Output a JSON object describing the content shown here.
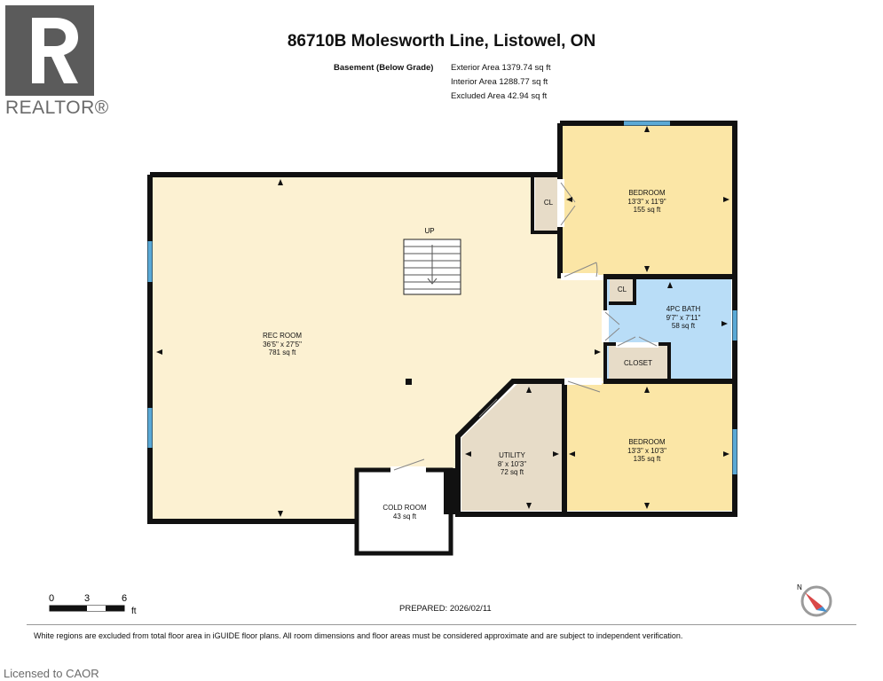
{
  "header": {
    "title": "86710B Molesworth Line, Listowel, ON",
    "level_name": "Basement (Below Grade)",
    "exterior_area": "Exterior Area 1379.74 sq ft",
    "interior_area": "Interior Area 1288.77 sq ft",
    "excluded_area": "Excluded Area 42.94 sq ft"
  },
  "logo": {
    "text": "REALTOR®"
  },
  "rooms": {
    "rec_room": {
      "name": "REC ROOM",
      "dims": "36'5\" x 27'5\"",
      "area": "781 sq ft"
    },
    "bedroom_top": {
      "name": "BEDROOM",
      "dims": "13'3\" x 11'9\"",
      "area": "155 sq ft"
    },
    "bath": {
      "name": "4PC BATH",
      "dims": "9'7\" x 7'11\"",
      "area": "58 sq ft"
    },
    "bedroom_bottom": {
      "name": "BEDROOM",
      "dims": "13'3\" x 10'3\"",
      "area": "135 sq ft"
    },
    "utility": {
      "name": "UTILITY",
      "dims": "8' x 10'3\"",
      "area": "72 sq ft"
    },
    "cold_room": {
      "name": "COLD ROOM",
      "area": "43 sq ft"
    },
    "cl_top": {
      "name": "CL"
    },
    "cl_bath": {
      "name": "CL"
    },
    "closet": {
      "name": "CLOSET"
    },
    "stairs": {
      "label": "UP"
    }
  },
  "scale": {
    "ticks": [
      "0",
      "3",
      "6"
    ],
    "unit": "ft"
  },
  "compass": {
    "label": "N"
  },
  "prepared": "PREPARED: 2026/02/11",
  "disclaimer": "White regions are excluded from total floor area in iGUIDE floor plans. All room dimensions and floor areas must be considered approximate and are subject to independent verification.",
  "license": "Licensed to CAOR",
  "colors": {
    "floor": "#fcf1d2",
    "bedroom": "#fbe6a6",
    "bath": "#b9ddf7",
    "utility": "#e7dcc8",
    "wall": "#111111",
    "window": "#5aa9d6"
  }
}
